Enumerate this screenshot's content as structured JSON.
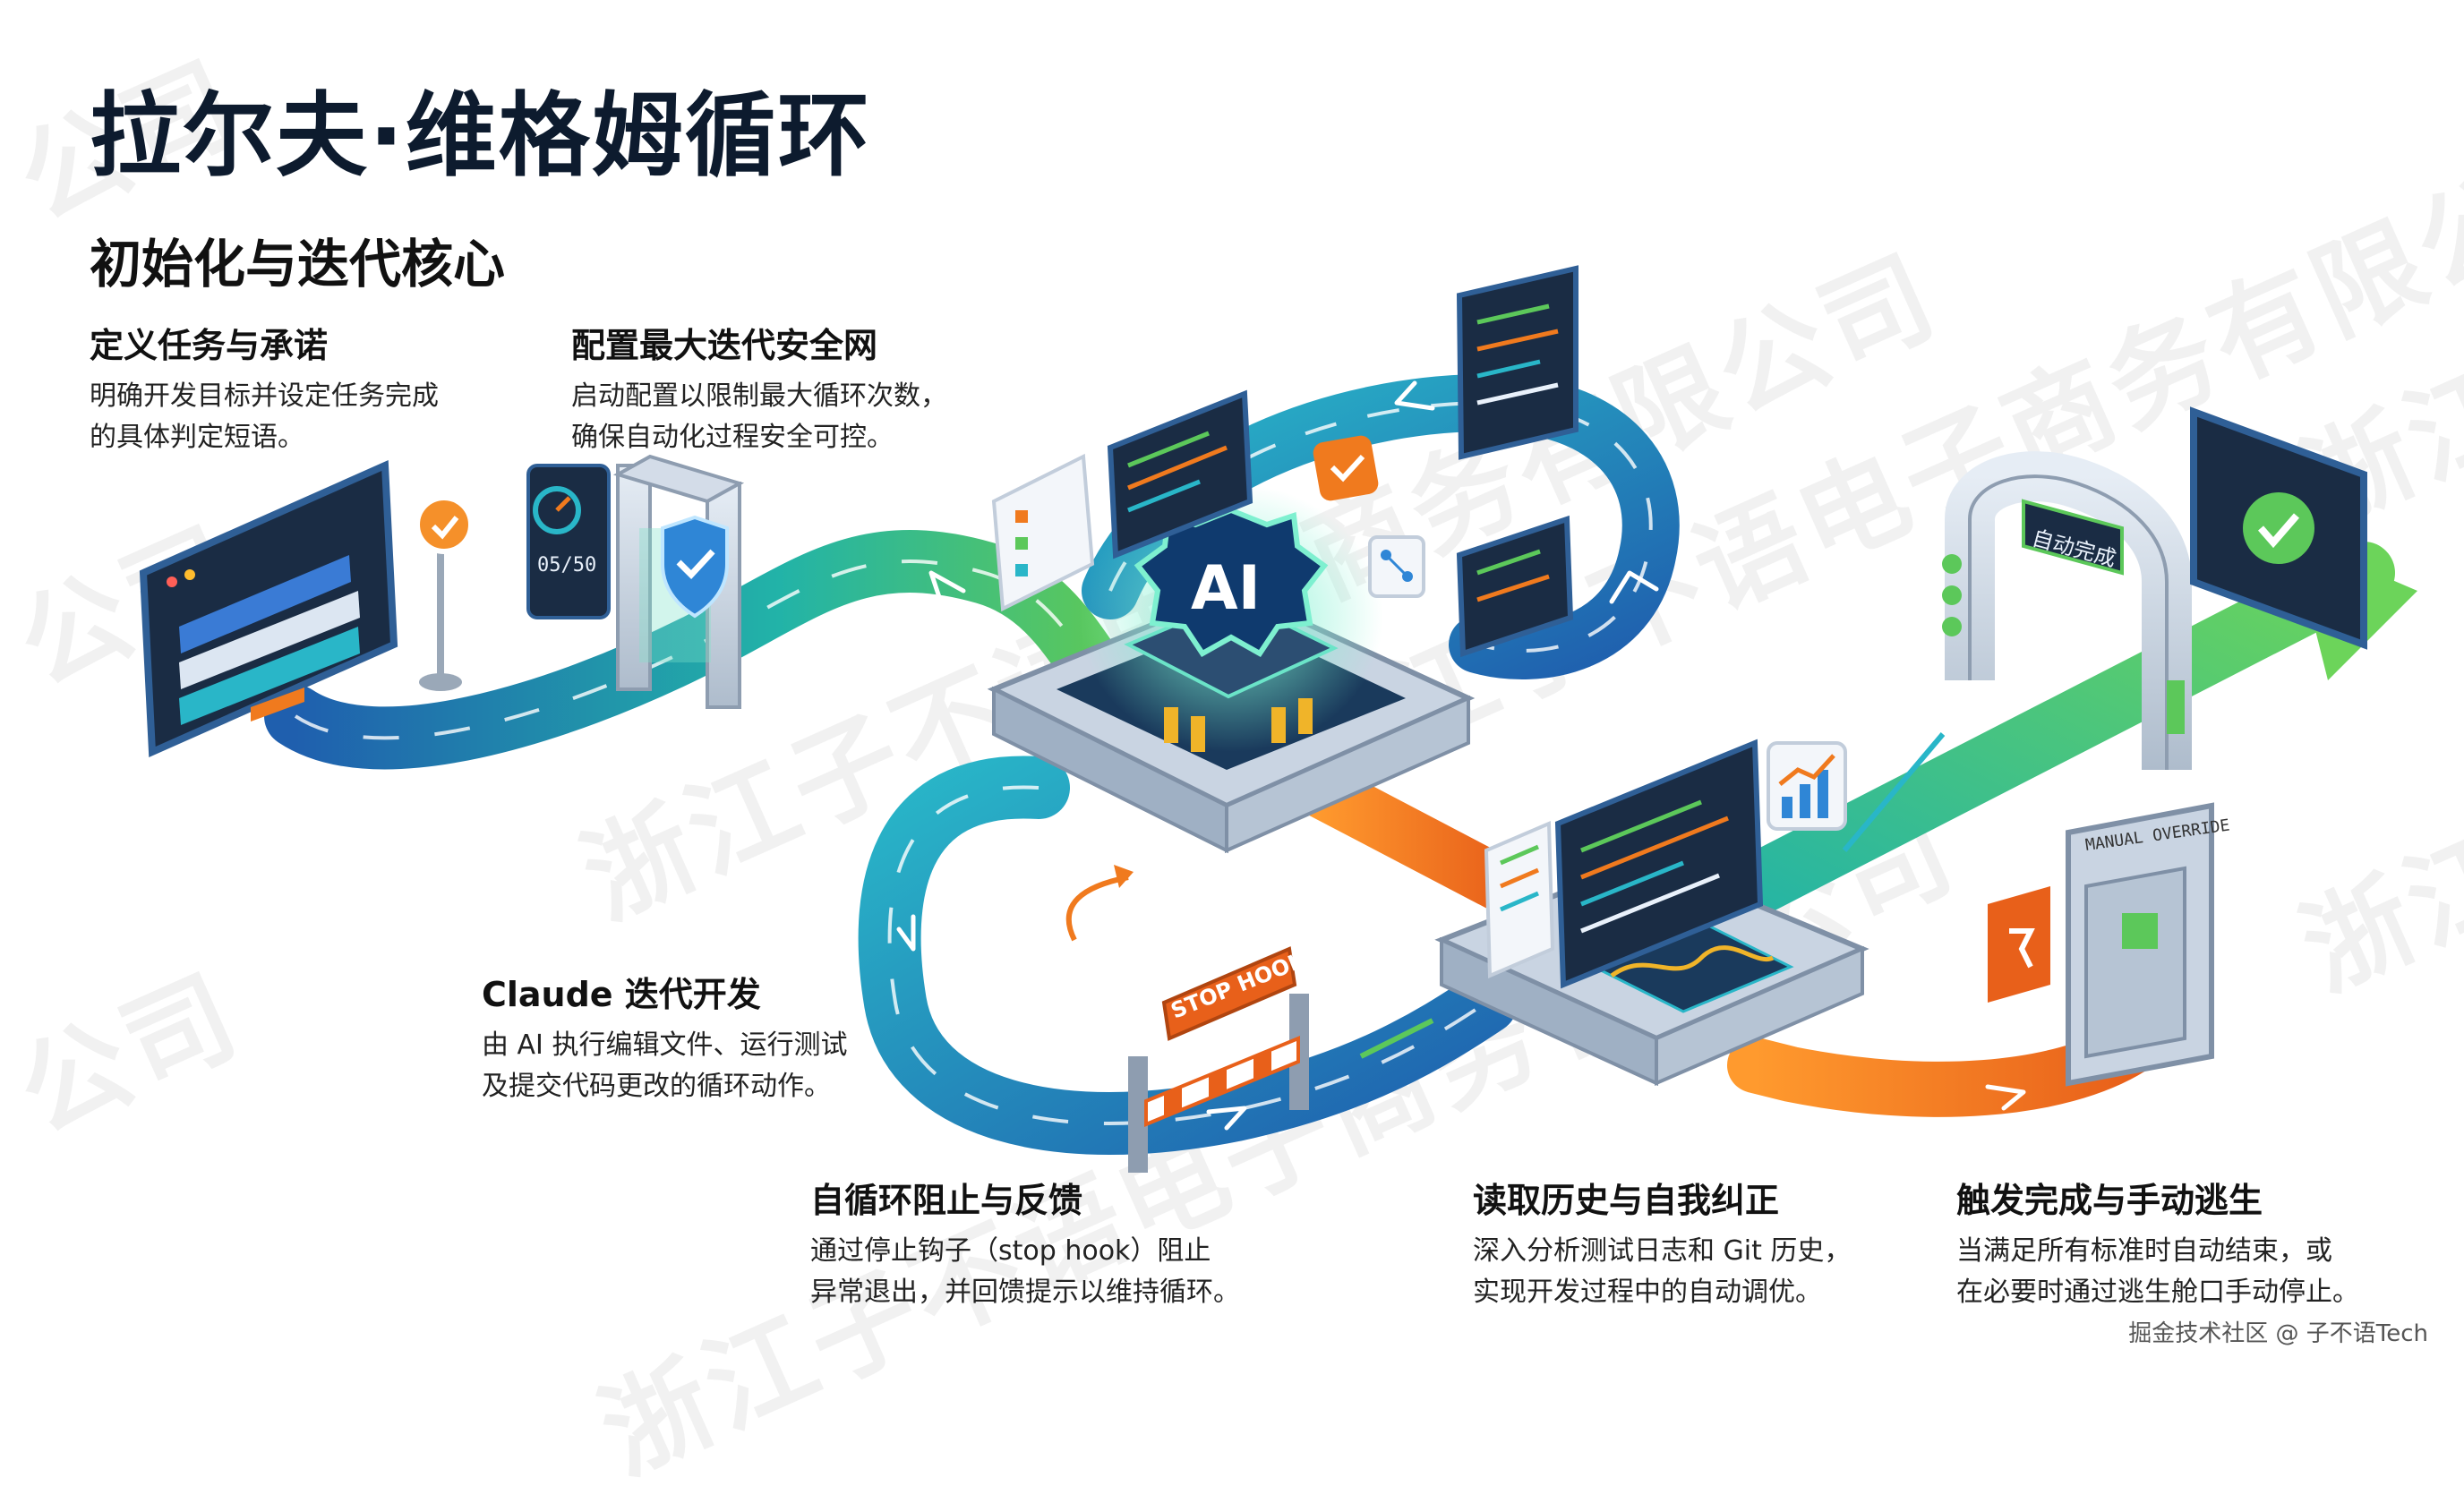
{
  "title": "拉尔夫·维格姆循环",
  "subtitle": "初始化与迭代核心",
  "steps": [
    {
      "heading": "定义任务与承诺",
      "line1": "明确开发目标并设定任务完成",
      "line2": "的具体判定短语。"
    },
    {
      "heading": "配置最大迭代安全网",
      "line1": "启动配置以限制最大循环次数，",
      "line2": "确保自动化过程安全可控。"
    },
    {
      "heading": "Claude 迭代开发",
      "line1": "由 AI 执行编辑文件、运行测试",
      "line2": "及提交代码更改的循环动作。"
    },
    {
      "heading": "自循环阻止与反馈",
      "line1": "通过停止钩子（stop hook）阻止",
      "line2": "异常退出，并回馈提示以维持循环。"
    },
    {
      "heading": "读取历史与自我纠正",
      "line1": "深入分析测试日志和 Git 历史，",
      "line2": "实现开发过程中的自动调优。"
    },
    {
      "heading": "触发完成与手动逃生",
      "line1": "当满足所有标准时自动结束，或",
      "line2": "在必要时通过逃生舱口手动停止。"
    }
  ],
  "diagram_labels": {
    "ai_chip": "AI",
    "iteration_counter": "05/50",
    "stop_sign": "STOP HOOK",
    "completion_arch": "自动完成",
    "escape_hatch": "MANUAL OVERRIDE"
  },
  "watermark": {
    "company": "浙江子不语电子商务有限公司",
    "fragment_a": "公司",
    "fragment_b": "浙江"
  },
  "footer": "掘金技术社区 @ 子不语Tech",
  "colors": {
    "title": "#0d1b2e",
    "road_blue": "#1f5fae",
    "road_teal": "#22b3a8",
    "road_green": "#5cc85a",
    "road_orange": "#f07a1e",
    "screen_dark": "#1a2c44",
    "metal": "#c9d4e2"
  },
  "icons": [
    "shield-check-icon",
    "gauge-icon",
    "checkmark-icon",
    "chart-icon",
    "code-screen-icon"
  ]
}
